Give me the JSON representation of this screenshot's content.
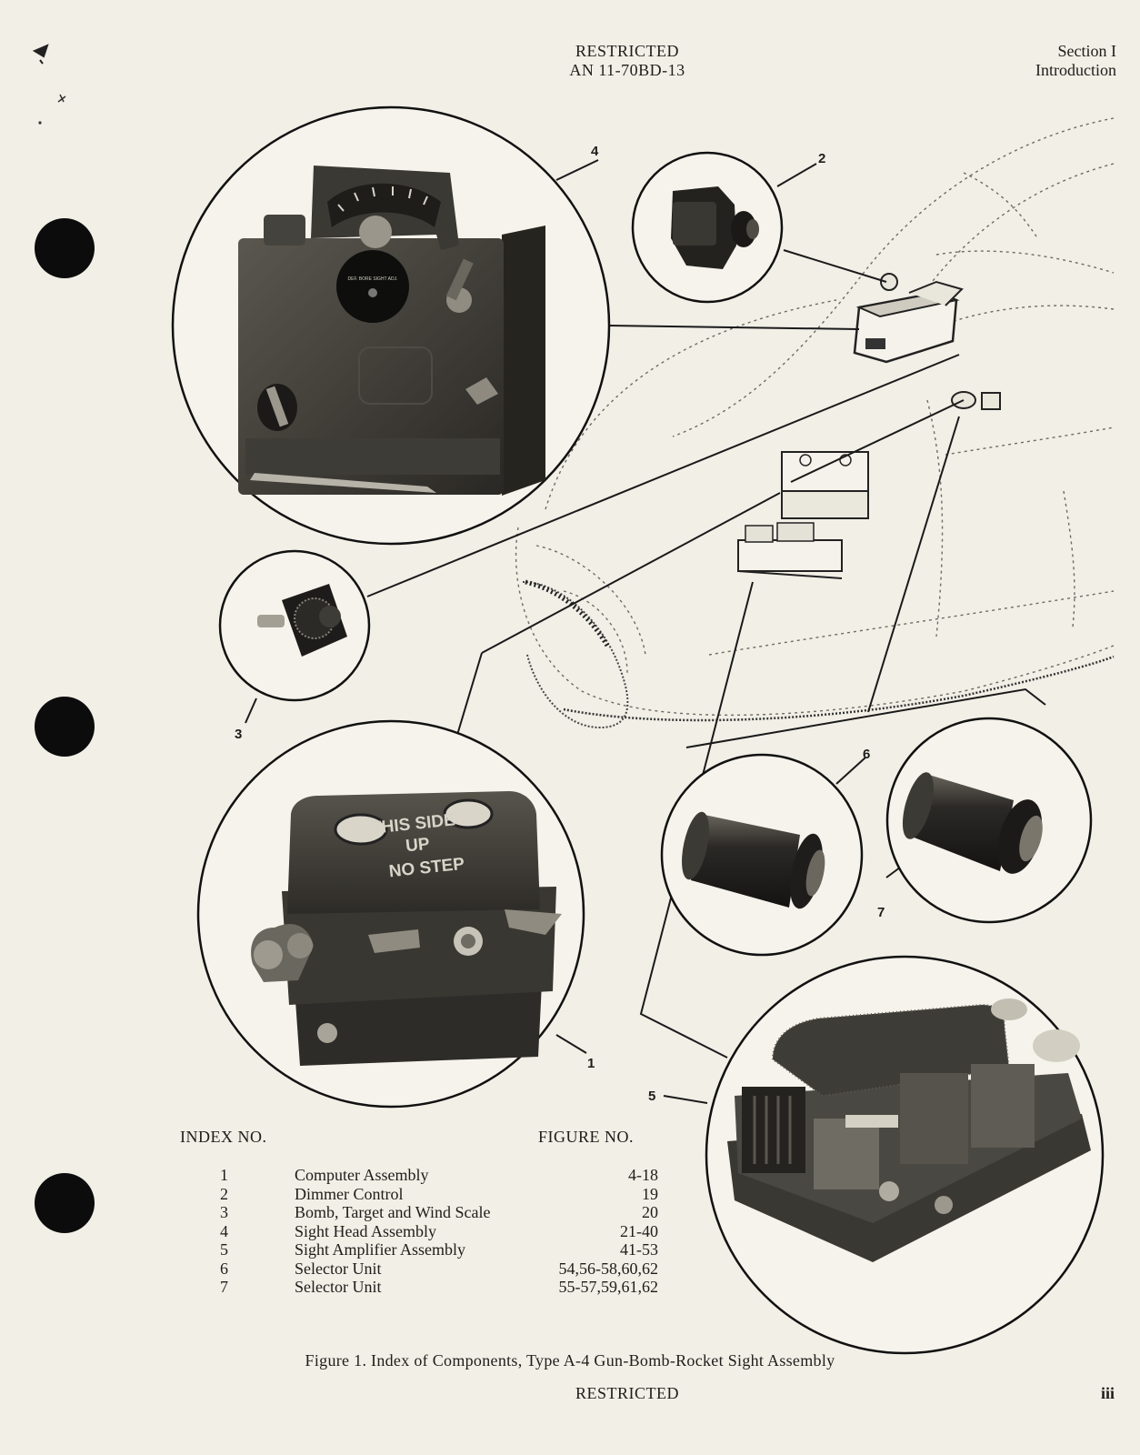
{
  "header": {
    "line1": "RESTRICTED",
    "line2": "AN 11-70BD-13",
    "section": "Section I",
    "section_title": "Introduction"
  },
  "callouts": [
    "1",
    "2",
    "3",
    "4",
    "5",
    "6",
    "7"
  ],
  "photo_labels": {
    "computer_lid": [
      "THIS SIDE",
      "UP",
      "NO STEP"
    ],
    "sight_head_dial": "DEF. BORE SIGHT ADJ."
  },
  "index": {
    "head_left": "INDEX NO.",
    "head_right": "FIGURE NO.",
    "rows": [
      {
        "no": "1",
        "desc": "Computer Assembly",
        "fig": "4-18"
      },
      {
        "no": "2",
        "desc": "Dimmer Control",
        "fig": "19"
      },
      {
        "no": "3",
        "desc": "Bomb, Target and Wind Scale",
        "fig": "20"
      },
      {
        "no": "4",
        "desc": "Sight Head Assembly",
        "fig": "21-40"
      },
      {
        "no": "5",
        "desc": "Sight Amplifier Assembly",
        "fig": "41-53"
      },
      {
        "no": "6",
        "desc": "Selector Unit",
        "fig": "54,56-58,60,62"
      },
      {
        "no": "7",
        "desc": "Selector Unit",
        "fig": "55-57,59,61,62"
      }
    ]
  },
  "caption": "Figure 1. Index of Components, Type A-4 Gun-Bomb-Rocket Sight Assembly",
  "footer": "RESTRICTED",
  "page_number": "iii"
}
